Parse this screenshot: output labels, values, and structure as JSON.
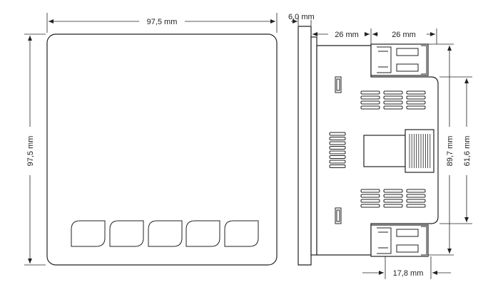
{
  "dimensions": {
    "front_width": "97,5 mm",
    "front_height": "97,5 mm",
    "side_flange": "6,0 mm",
    "side_depth_1": "26 mm",
    "side_depth_2": "26 mm",
    "side_height_clips": "89,7 mm",
    "side_height_body": "61,6 mm",
    "connector_depth": "17,8 mm"
  },
  "front_panel": {
    "button_count": 5
  }
}
